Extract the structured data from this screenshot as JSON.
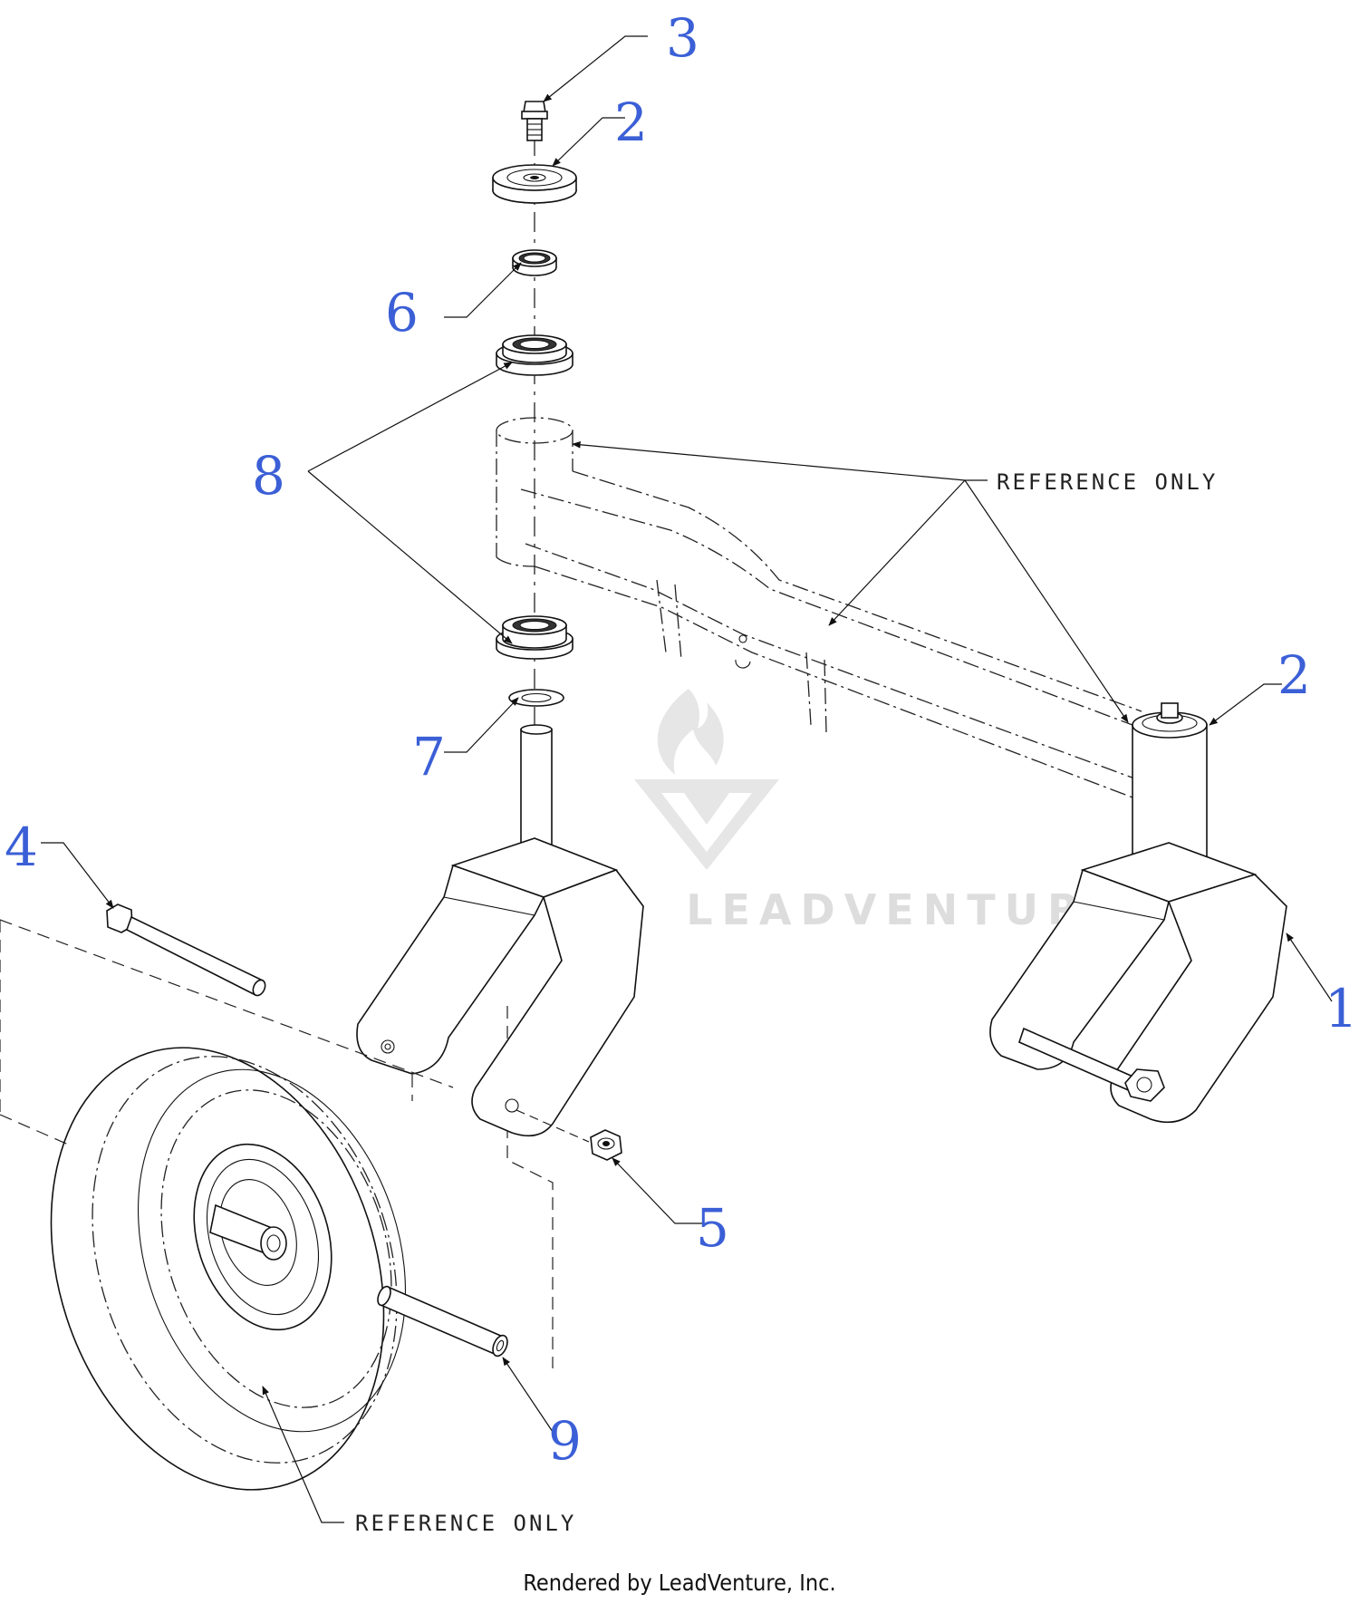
{
  "callouts": {
    "c1": "1",
    "c2a": "2",
    "c2b": "2",
    "c3": "3",
    "c4": "4",
    "c5": "5",
    "c6": "6",
    "c7": "7",
    "c8": "8",
    "c9": "9"
  },
  "reference_labels": {
    "upper": "REFERENCE ONLY",
    "lower": "REFERENCE ONLY"
  },
  "watermark": {
    "text": "LEADVENTURE"
  },
  "footer": {
    "text": "Rendered by LeadVenture, Inc."
  },
  "colors": {
    "callout": "#3b5fd6",
    "line": "#111111",
    "watermark": "#dddddd"
  }
}
